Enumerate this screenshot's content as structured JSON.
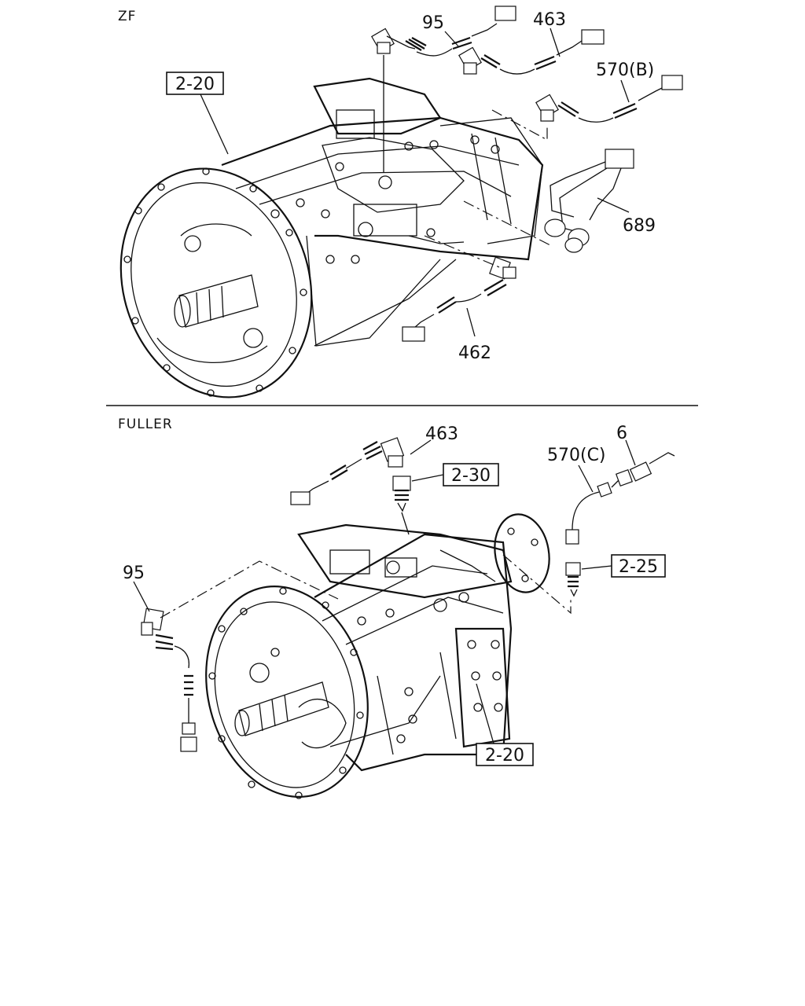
{
  "sections": {
    "top": {
      "title": "ZF"
    },
    "bottom": {
      "title": "FULLER"
    }
  },
  "callouts": {
    "zf": {
      "ref_2_20": "2-20",
      "p95": "95",
      "p463": "463",
      "p570b": "570(B)",
      "p689": "689",
      "p462": "462"
    },
    "fuller": {
      "p463": "463",
      "ref_2_30": "2-30",
      "p570c": "570(C)",
      "p6": "6",
      "p95": "95",
      "ref_2_25": "2-25",
      "ref_2_20": "2-20"
    }
  }
}
